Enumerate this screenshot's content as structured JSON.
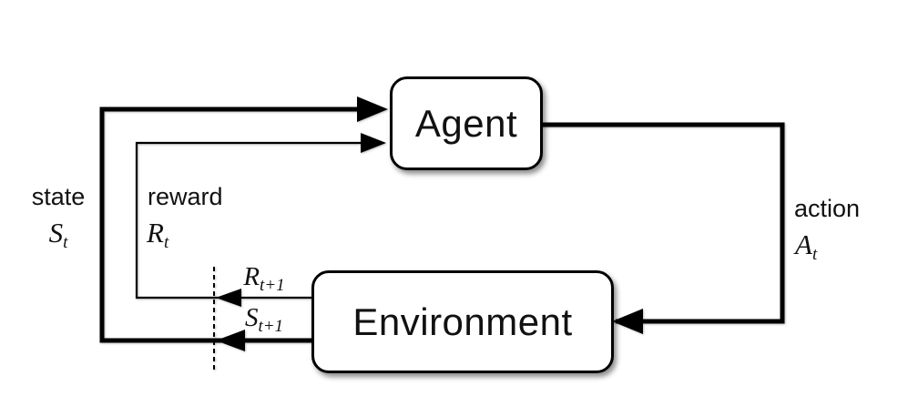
{
  "diagram": {
    "title": "agent-environment-interaction",
    "nodes": {
      "agent_label": "Agent",
      "environment_label": "Environment"
    },
    "signals": {
      "state": {
        "word": "state",
        "symbol_base": "S",
        "symbol_sub": "t"
      },
      "reward": {
        "word": "reward",
        "symbol_base": "R",
        "symbol_sub": "t"
      },
      "action": {
        "word": "action",
        "symbol_base": "A",
        "symbol_sub": "t"
      },
      "next_reward": {
        "symbol_base": "R",
        "symbol_sub": "t+1"
      },
      "next_state": {
        "symbol_base": "S",
        "symbol_sub": "t+1"
      }
    },
    "colors": {
      "line": "#000000",
      "box_border": "#000000",
      "box_fill": "#ffffff",
      "background": "#ffffff",
      "text": "#111111"
    }
  }
}
